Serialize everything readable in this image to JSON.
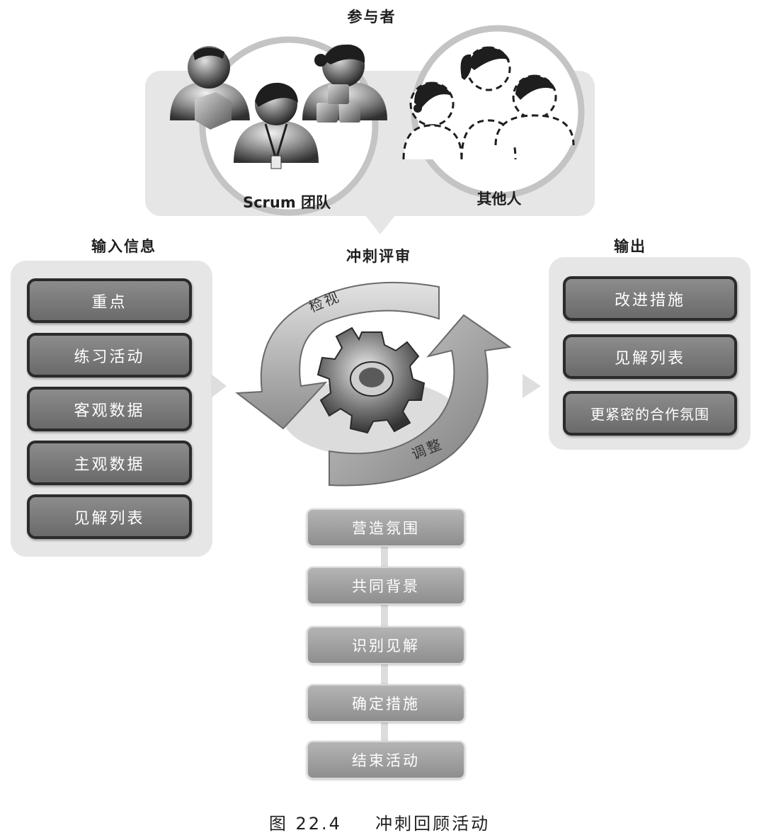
{
  "participants": {
    "title": "参与者",
    "scrum_team_label": "Scrum 团队",
    "others_label": "其他人"
  },
  "inputs": {
    "title": "输入信息",
    "items": [
      "重点",
      "练习活动",
      "客观数据",
      "主观数据",
      "见解列表"
    ]
  },
  "center": {
    "title": "冲刺评审",
    "inspect_label": "检视",
    "adapt_label": "调整"
  },
  "outputs": {
    "title": "输出",
    "items": [
      "改进措施",
      "见解列表",
      "更紧密的合作氛围"
    ]
  },
  "steps": [
    "营造氛围",
    "共同背景",
    "识别见解",
    "确定措施",
    "结束活动"
  ],
  "caption": {
    "figure_number": "图 22.4",
    "title": "冲刺回顾活动"
  }
}
